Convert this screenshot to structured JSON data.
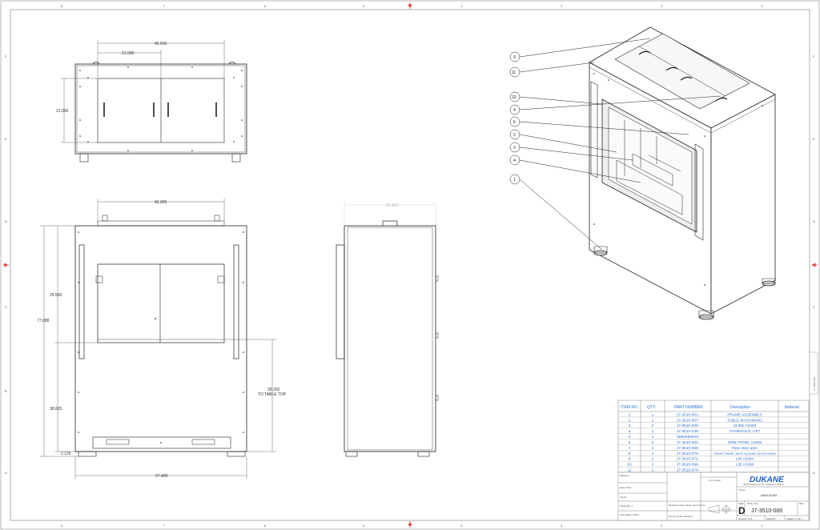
{
  "drawing": {
    "top_view": {
      "dim_overall_width": "42.0±0",
      "dim_half_width": "21.000",
      "dim_depth": "21.000"
    },
    "front_view": {
      "dim_width": "42.000",
      "dim_height": "77.688",
      "dim_upper": "25.500",
      "dim_lower": "38.625",
      "dim_base": "2.125",
      "dim_table": "39.250",
      "dim_table_note": "TO TABLE TOP",
      "dim_bottom": "57.400"
    },
    "side_view": {
      "dim_depth": "30.455"
    },
    "balloons": [
      "9",
      "11",
      "10",
      "4",
      "6",
      "2",
      "3",
      "4",
      "1"
    ],
    "zone_columns": [
      "8",
      "7",
      "6",
      "5",
      "4",
      "3",
      "2",
      "1"
    ],
    "zone_rows": [
      "F",
      "E",
      "D",
      "C",
      "B",
      "A"
    ],
    "side_stamp": "J7-3510-000"
  },
  "bom": {
    "headers": [
      "ITEM NO.",
      "QTY.",
      "PART NUMBER",
      "Description",
      "Material"
    ],
    "rows": [
      [
        "1",
        "1",
        "J7-3510-001-",
        "FRAME ASSEMBLY"
      ],
      [
        "2",
        "1",
        "J7-3510-007-",
        "TABLE MACHINING"
      ],
      [
        "3",
        "2",
        "J7-3510-006-",
        "SLIDE ASSM"
      ],
      [
        "4",
        "1",
        "J7-3510-040-",
        "HYDRAULIC LIFT"
      ],
      [
        "5",
        "1",
        "50606900XX",
        ""
      ],
      [
        "6",
        "2",
        "J7-3510-061-",
        "SIDE PANEL ASSM"
      ],
      [
        "7",
        "1",
        "J7-3510-059-",
        "Rear door asm"
      ],
      [
        "8",
        "1",
        "J7-3510-070-",
        "FRONT PANEL WITH SLIDING DOOR ASSM"
      ],
      [
        "9",
        "1",
        "J7-3510-071-",
        "LID ASSM"
      ],
      [
        "10",
        "1",
        "J7-3510-096-",
        "LID ASSM"
      ],
      [
        "11",
        "1",
        "J7-3510-074-",
        ""
      ]
    ]
  },
  "title_block": {
    "material_label": "Material:",
    "heat_treat_label": "Heat Treat:",
    "finish_label": "Finish:",
    "next_higher_label": "Next Higher Assm:",
    "finish_value": "Finish-RV: 4",
    "break_edges": "Break all sharp edges and corners",
    "do_not_scale": "Do Not Scale Drawing",
    "drawn_by": "Tony Sutter",
    "company": "DUKANE",
    "address": "2900 Dukane Dr. St. Charles IL 60174",
    "title_label": "TITLE:",
    "title": "MAIN ASSM",
    "size_label": "SIZE",
    "size": "D",
    "dwg_label": "DWG. NO.",
    "dwg_no": "J7-3510-000",
    "rev_label": "REV",
    "scale": "SCALE: 1:15",
    "weight": "WEIGHT:",
    "sheet": "SHEET 1 OF 1"
  }
}
